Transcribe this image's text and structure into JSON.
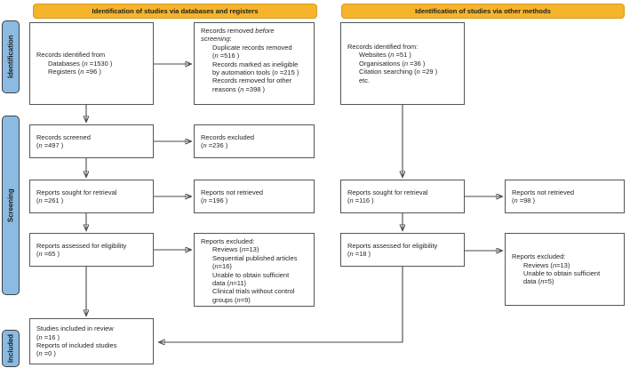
{
  "headers": {
    "left": "Identification of studies via databases and registers",
    "right": "Identification of studies via other methods"
  },
  "stages": [
    "Identification",
    "Screening",
    "Included"
  ],
  "colors": {
    "banner_fill": "#F5B42C",
    "banner_border": "#DA9B1D",
    "stage_fill": "#8BBBE2",
    "stage_border": "#404040",
    "box_border": "#555557",
    "arrow": "#4A4A4A"
  },
  "boxes": {
    "records_identified_db": {
      "lines": [
        {
          "segs": [
            {
              "t": "Records identified from"
            }
          ]
        },
        {
          "ind": 1,
          "segs": [
            {
              "t": "Databases ("
            },
            {
              "t": "n",
              "i": 1
            },
            {
              "t": " =1530 )"
            }
          ]
        },
        {
          "ind": 1,
          "segs": [
            {
              "t": "Registers ("
            },
            {
              "t": "n",
              "i": 1
            },
            {
              "t": " =96 )"
            }
          ]
        }
      ]
    },
    "records_removed": {
      "lines": [
        {
          "segs": [
            {
              "t": "Records removed "
            },
            {
              "t": "before",
              "i": 1
            }
          ]
        },
        {
          "segs": [
            {
              "t": "screening",
              "i": 1
            },
            {
              "t": ":"
            }
          ]
        },
        {
          "ind": 1,
          "segs": [
            {
              "t": "Duplicate records removed"
            }
          ]
        },
        {
          "ind": 1,
          "segs": [
            {
              "t": "("
            },
            {
              "t": "n",
              "i": 1
            },
            {
              "t": " =516 )"
            }
          ]
        },
        {
          "ind": 1,
          "segs": [
            {
              "t": "Records marked as ineligible"
            }
          ]
        },
        {
          "ind": 1,
          "segs": [
            {
              "t": "by automation tools ("
            },
            {
              "t": "n",
              "i": 1
            },
            {
              "t": " =215 )"
            }
          ]
        },
        {
          "ind": 1,
          "segs": [
            {
              "t": "Records removed for other"
            }
          ]
        },
        {
          "ind": 1,
          "segs": [
            {
              "t": "reasons ("
            },
            {
              "t": "n",
              "i": 1
            },
            {
              "t": " =398 )"
            }
          ]
        }
      ]
    },
    "records_identified_other": {
      "lines": [
        {
          "segs": [
            {
              "t": "Records identified from:"
            }
          ]
        },
        {
          "ind": 1,
          "segs": [
            {
              "t": "Websites ("
            },
            {
              "t": "n",
              "i": 1
            },
            {
              "t": " =51 )"
            }
          ]
        },
        {
          "ind": 1,
          "segs": [
            {
              "t": "Organisations ("
            },
            {
              "t": "n",
              "i": 1
            },
            {
              "t": " =36 )"
            }
          ]
        },
        {
          "ind": 1,
          "segs": [
            {
              "t": "Citation searching ("
            },
            {
              "t": "n",
              "i": 1
            },
            {
              "t": " =29 )"
            }
          ]
        },
        {
          "ind": 1,
          "segs": [
            {
              "t": "etc."
            }
          ]
        }
      ]
    },
    "records_screened": {
      "lines": [
        {
          "segs": [
            {
              "t": "Records screened"
            }
          ]
        },
        {
          "segs": [
            {
              "t": "("
            },
            {
              "t": "n",
              "i": 1
            },
            {
              "t": " =497 )"
            }
          ]
        }
      ]
    },
    "records_excluded": {
      "lines": [
        {
          "segs": [
            {
              "t": "Records excluded"
            }
          ]
        },
        {
          "segs": [
            {
              "t": "("
            },
            {
              "t": "n",
              "i": 1
            },
            {
              "t": " =236 )"
            }
          ]
        }
      ]
    },
    "reports_sought_db": {
      "lines": [
        {
          "segs": [
            {
              "t": "Reports sought for retrieval"
            }
          ]
        },
        {
          "segs": [
            {
              "t": "("
            },
            {
              "t": "n",
              "i": 1
            },
            {
              "t": " =261 )"
            }
          ]
        }
      ]
    },
    "reports_not_retrieved_db": {
      "lines": [
        {
          "segs": [
            {
              "t": "Reports not retrieved"
            }
          ]
        },
        {
          "segs": [
            {
              "t": "("
            },
            {
              "t": "n",
              "i": 1
            },
            {
              "t": " =196 )"
            }
          ]
        }
      ]
    },
    "reports_sought_other": {
      "lines": [
        {
          "segs": [
            {
              "t": "Reports sought for retrieval"
            }
          ]
        },
        {
          "segs": [
            {
              "t": "("
            },
            {
              "t": "n",
              "i": 1
            },
            {
              "t": " =116 )"
            }
          ]
        }
      ]
    },
    "reports_not_retrieved_other": {
      "lines": [
        {
          "segs": [
            {
              "t": "Reports not retrieved"
            }
          ]
        },
        {
          "segs": [
            {
              "t": "("
            },
            {
              "t": "n",
              "i": 1
            },
            {
              "t": " =98 )"
            }
          ]
        }
      ]
    },
    "reports_assessed_db": {
      "lines": [
        {
          "segs": [
            {
              "t": "Reports assessed for eligibility"
            }
          ]
        },
        {
          "segs": [
            {
              "t": "("
            },
            {
              "t": "n",
              "i": 1
            },
            {
              "t": " =65 )"
            }
          ]
        }
      ]
    },
    "reports_excluded_db": {
      "lines": [
        {
          "segs": [
            {
              "t": "Reports excluded:"
            }
          ]
        },
        {
          "ind": 1,
          "segs": [
            {
              "t": "Reviews ("
            },
            {
              "t": "n",
              "i": 1
            },
            {
              "t": "=13)"
            }
          ]
        },
        {
          "ind": 1,
          "segs": [
            {
              "t": "Sequential published articles"
            }
          ]
        },
        {
          "ind": 1,
          "segs": [
            {
              "t": "("
            },
            {
              "t": "n",
              "i": 1
            },
            {
              "t": "=16)"
            }
          ]
        },
        {
          "ind": 1,
          "segs": [
            {
              "t": "Unable to obtain sufficient"
            }
          ]
        },
        {
          "ind": 1,
          "segs": [
            {
              "t": "data ("
            },
            {
              "t": "n",
              "i": 1
            },
            {
              "t": "=11)"
            }
          ]
        },
        {
          "ind": 1,
          "segs": [
            {
              "t": "Clinical trials without control"
            }
          ]
        },
        {
          "ind": 1,
          "segs": [
            {
              "t": "groups ("
            },
            {
              "t": "n",
              "i": 1
            },
            {
              "t": "=9)"
            }
          ]
        }
      ]
    },
    "reports_assessed_other": {
      "lines": [
        {
          "segs": [
            {
              "t": "Reports assessed for eligibility"
            }
          ]
        },
        {
          "segs": [
            {
              "t": "("
            },
            {
              "t": "n",
              "i": 1
            },
            {
              "t": " =18 )"
            }
          ]
        }
      ]
    },
    "reports_excluded_other": {
      "lines": [
        {
          "segs": [
            {
              "t": "Reports excluded:"
            }
          ]
        },
        {
          "ind": 1,
          "segs": [
            {
              "t": "Reviews ("
            },
            {
              "t": "n",
              "i": 1
            },
            {
              "t": "=13)"
            }
          ]
        },
        {
          "ind": 1,
          "segs": [
            {
              "t": "Unable to obtain sufficient"
            }
          ]
        },
        {
          "ind": 1,
          "segs": [
            {
              "t": "data ("
            },
            {
              "t": "n",
              "i": 1
            },
            {
              "t": "=5)"
            }
          ]
        }
      ]
    },
    "studies_included": {
      "lines": [
        {
          "segs": [
            {
              "t": "Studies included in review"
            }
          ]
        },
        {
          "segs": [
            {
              "t": "("
            },
            {
              "t": "n",
              "i": 1
            },
            {
              "t": " =16 )"
            }
          ]
        },
        {
          "segs": [
            {
              "t": "Reports of included studies"
            }
          ]
        },
        {
          "segs": [
            {
              "t": "("
            },
            {
              "t": "n",
              "i": 1
            },
            {
              "t": " =0 )"
            }
          ]
        }
      ]
    }
  }
}
